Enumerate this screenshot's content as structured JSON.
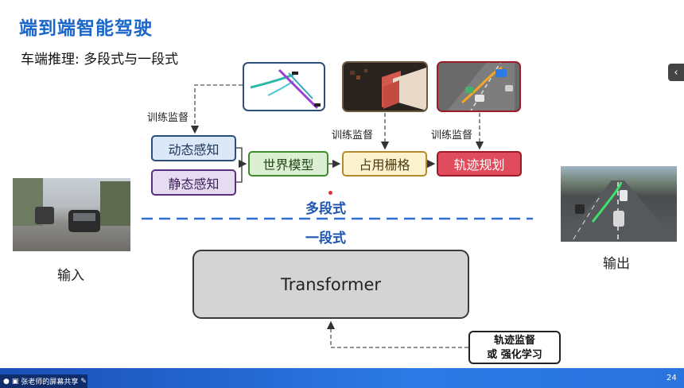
{
  "slide": {
    "title": "端到端智能驾驶",
    "subtitle": "车端推理: 多段式与一段式",
    "page_number": "24"
  },
  "modules": {
    "dynamic": "动态感知",
    "static": "静态感知",
    "world_model": "世界模型",
    "occupancy": "占用栅格",
    "trajectory": "轨迹规划"
  },
  "supervision": {
    "train1": "训练监督",
    "train2": "训练监督",
    "train3": "训练监督"
  },
  "sections": {
    "multi_stage": "多段式",
    "single_stage": "一段式"
  },
  "transformer": {
    "label": "Transformer"
  },
  "traj_supervision": {
    "line1": "轨迹监督",
    "line2": "或 强化学习"
  },
  "io": {
    "input": "输入",
    "output": "输出"
  },
  "taskbar": {
    "share_label": "张老师的屏幕共享"
  },
  "colors": {
    "title": "#1a66c9",
    "section": "#1d55b3",
    "dashed_line": "#2f6fd0",
    "taskbar": "#2c7ae6"
  },
  "icons": [
    "microphone-icon",
    "screen-share-icon",
    "pen-icon",
    "chevron-left-icon"
  ]
}
